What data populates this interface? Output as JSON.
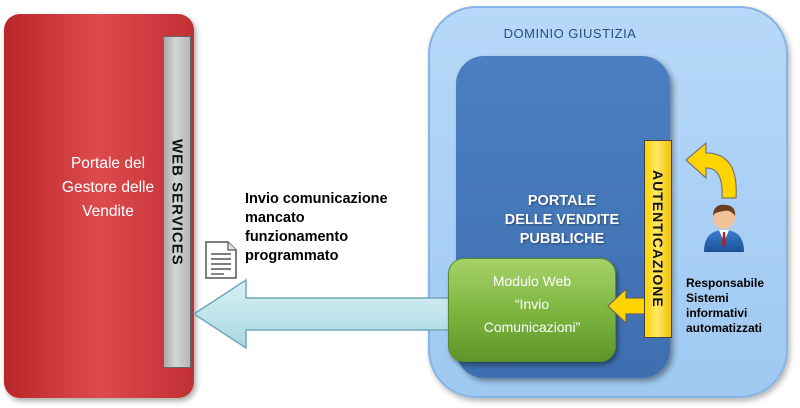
{
  "gestore": {
    "label": "Portale del\nGestore delle\nVendite"
  },
  "web_services": {
    "label": "WEB SERVICES"
  },
  "dominio": {
    "label": "DOMINIO GIUSTIZIA"
  },
  "portale": {
    "label": "PORTALE\nDELLE VENDITE\nPUBBLICHE"
  },
  "modulo": {
    "label": "Modulo Web\n“Invio\nComunicazioni”"
  },
  "autenticazione": {
    "label": "AUTENTICAZIONE"
  },
  "invio": {
    "label": "Invio comunicazione\nmancato\nfunzionamento\nprogrammato"
  },
  "responsabile": {
    "label": "Responsabile\nSistemi\ninformativi\nautomatizzati"
  },
  "icons": {
    "document": "document-icon",
    "user": "user-icon",
    "arrow_left": "left-arrow-icon",
    "arrow_curved": "curved-arrow-icon",
    "arrow_small": "small-arrow-icon"
  },
  "colors": {
    "gestore": "#d33a3e",
    "dominio": "#a8d0f5",
    "portale": "#4574b8",
    "modulo": "#7ab43e",
    "autenticazione": "#ffd700",
    "arrow": "#bfe3ea"
  }
}
